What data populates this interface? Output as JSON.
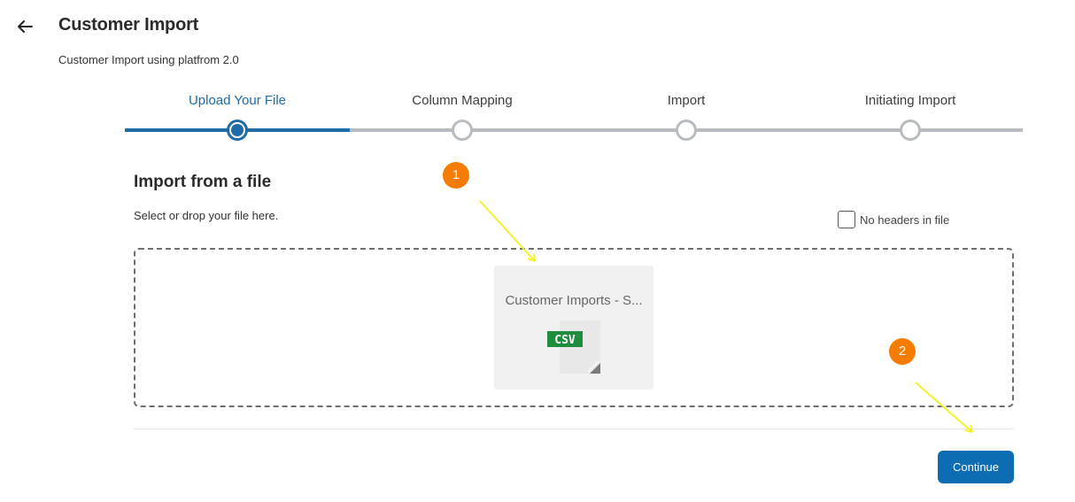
{
  "header": {
    "title": "Customer Import",
    "subtitle": "Customer Import using platfrom 2.0"
  },
  "stepper": {
    "steps": [
      {
        "label": "Upload Your File",
        "active": true
      },
      {
        "label": "Column Mapping",
        "active": false
      },
      {
        "label": "Import",
        "active": false
      },
      {
        "label": "Initiating Import",
        "active": false
      }
    ],
    "current_step": 1,
    "total_steps": 4
  },
  "import_section": {
    "title": "Import from a file",
    "hint": "Select or drop your file here.",
    "no_headers_label": "No headers in file",
    "no_headers_checked": false
  },
  "file": {
    "name": "Customer Imports - S...",
    "type_badge": "CSV",
    "badge_color": "#1e8e3e"
  },
  "actions": {
    "continue_label": "Continue"
  },
  "annotations": {
    "marker_1": "1",
    "marker_2": "2",
    "marker_color": "#f57c00",
    "arrow_color": "#f2f22a"
  },
  "colors": {
    "accent": "#1f6ba6",
    "button": "#0e6cb3"
  }
}
